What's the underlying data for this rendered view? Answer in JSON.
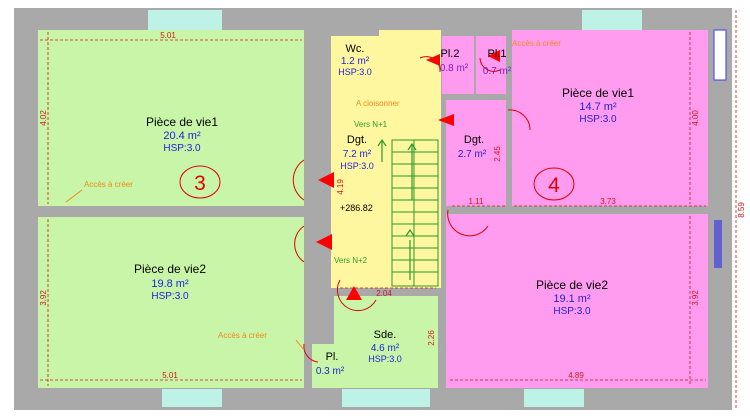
{
  "colors": {
    "wall": "#a9a9a9",
    "green_room": "#c8f5a8",
    "yellow_room": "#fff7a0",
    "pink_room": "#ff9cf0",
    "window": "#bff2e6",
    "room_name": "#000000",
    "area": "#1f1fd6",
    "hsp": "#1f1fd6",
    "dimension": "#d01818",
    "note": "#f08a1c",
    "arrow": "#ff0000",
    "apartment_circle": "#e00000",
    "stairs": "#2a9a2a"
  },
  "rooms": {
    "left_living1": {
      "name": "Pièce de vie1",
      "area": "20.4 m²",
      "hsp": "HSP:3.0"
    },
    "left_living2": {
      "name": "Pièce de vie2",
      "area": "19.8 m²",
      "hsp": "HSP:3.0"
    },
    "wc": {
      "name": "Wc.",
      "area": "1.2 m²",
      "hsp": "HSP:3.0"
    },
    "pl2": {
      "name": "Pl.2",
      "area": "0.8 m²"
    },
    "pl1": {
      "name": "Pl.1",
      "area": "0.7 m²"
    },
    "dgt_center": {
      "name": "Dgt.",
      "area": "7.2 m²",
      "hsp": "HSP:3.0"
    },
    "dgt_right": {
      "name": "Dgt.",
      "area": "2.7 m²"
    },
    "right_living1": {
      "name": "Pièce de vie1",
      "area": "14.7 m²",
      "hsp": "HSP:3.0"
    },
    "right_living2": {
      "name": "Pièce de vie2",
      "area": "19.1 m²",
      "hsp": "HSP:3.0"
    },
    "sde": {
      "name": "Sde.",
      "area": "4.6 m²",
      "hsp": "HSP:3.0"
    },
    "pl_small": {
      "name": "Pl.",
      "area": "0.3 m²"
    }
  },
  "dimensions": {
    "top_left_width": "5.01",
    "left_top_height": "4.02",
    "left_bottom_height": "3.92",
    "bottom_left_width": "5.01",
    "dgt_height": "4.19",
    "stair_width": "2.04",
    "sde_height": "2.26",
    "dgt_right_height": "2.45",
    "dgt_right_width": "1.11",
    "right_top_height": "4.00",
    "right_mid_width": "3.73",
    "right_bottom_height": "3.92",
    "bottom_right_width": "4.89",
    "outer_height": "8.59"
  },
  "notes": {
    "acces_left_top": "Accès à créer",
    "acces_left_bottom": "Accès à créer",
    "acces_right_top": "Accès à créer",
    "a_cloisonner": "A cloisonner",
    "vers_n1": "Vers N+1",
    "vers_n2": "Vers N+2",
    "level": "+286.82"
  },
  "apartments": {
    "left": "3",
    "right": "4"
  }
}
